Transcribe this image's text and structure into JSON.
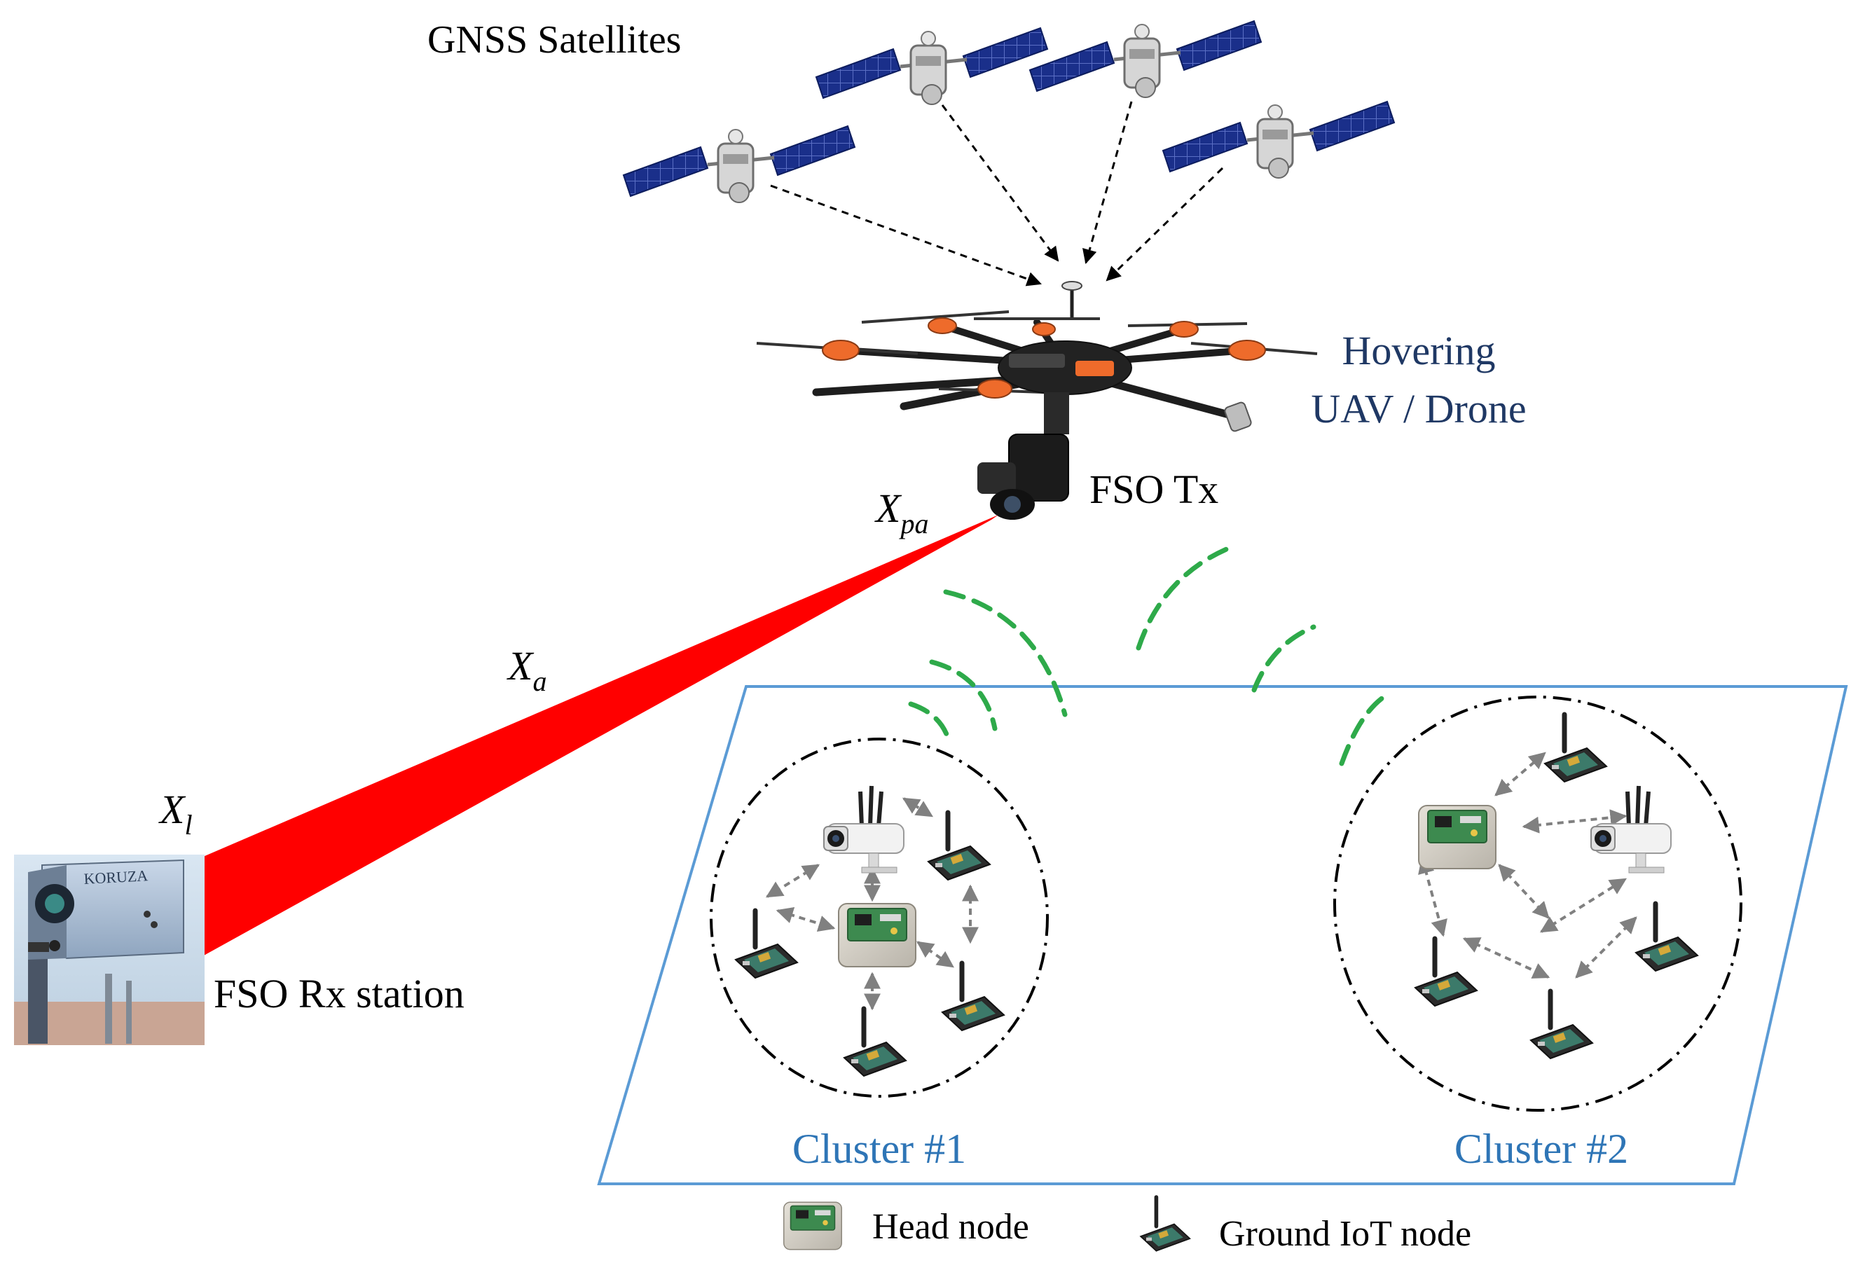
{
  "labels": {
    "satellites": "GNSS Satellites",
    "uav_line1": "Hovering",
    "uav_line2": "UAV / Drone",
    "fso_tx": "FSO Tx",
    "fso_rx": "FSO Rx station",
    "cluster1": "Cluster #1",
    "cluster2": "Cluster #2",
    "rx_brand": "KORUZA"
  },
  "symbols": {
    "x_pa": {
      "base": "X",
      "sub": "pa"
    },
    "x_a": {
      "base": "X",
      "sub": "a"
    },
    "x_l": {
      "base": "X",
      "sub": "l"
    }
  },
  "legend": {
    "head_node": "Head node",
    "ground_node": "Ground IoT node"
  },
  "colors": {
    "laser": "#ff0000",
    "ground_plane": "#5b9bd5",
    "cluster_label": "#2e75b6",
    "uav_label": "#1f3864",
    "wireless": "#2eaa4a",
    "link_arrows": "#808080"
  }
}
